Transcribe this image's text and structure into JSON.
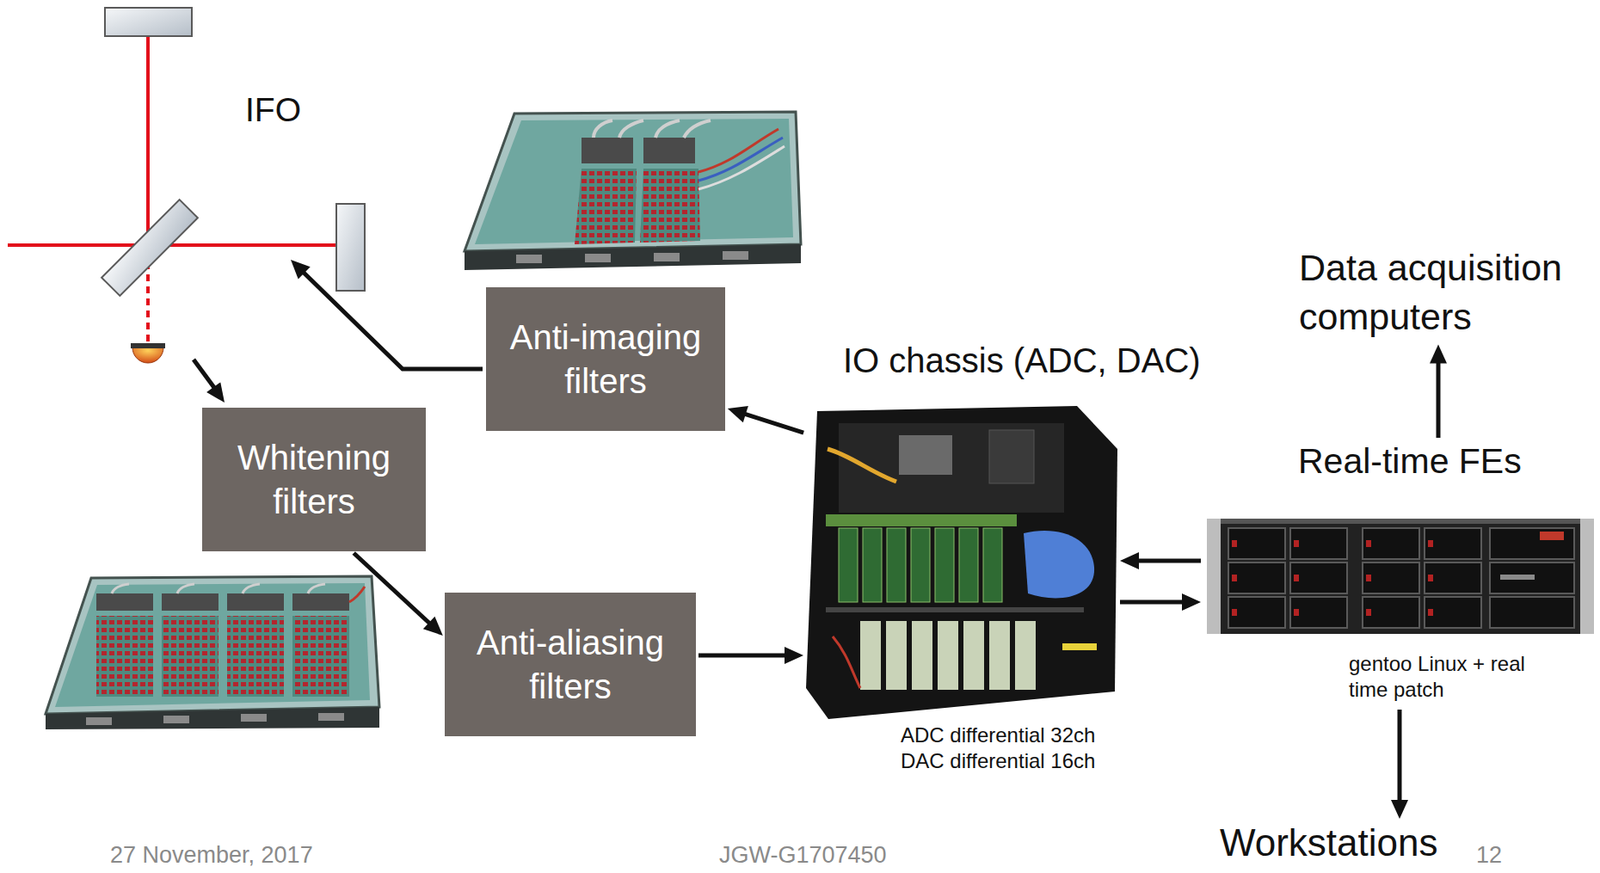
{
  "diagram": {
    "nodes": [
      {
        "text": [
          "Anti-imaging filters"
        ]
      },
      {
        "text": [
          "Whitening filters"
        ]
      },
      {
        "text": [
          "Anti-aliasing filters"
        ]
      },
      {
        "text": [
          "IO chassis (ADC, DAC)",
          "ADC differential 32ch DAC differential 16ch"
        ]
      },
      {
        "text": [
          "Real-time FEs",
          "gentoo Linux + real time patch"
        ]
      },
      {
        "text": [
          "Data acquisition computers"
        ]
      },
      {
        "text": [
          "Workstations"
        ]
      }
    ],
    "edges": [
      {
        "from": 1,
        "to": 2,
        "arrow": "to"
      },
      {
        "from": 2,
        "to": 3,
        "arrow": "to"
      },
      {
        "from": 3,
        "to": 0,
        "arrow": "to"
      },
      {
        "from": 4,
        "to": 3,
        "arrow": "to"
      },
      {
        "from": 3,
        "to": 4,
        "arrow": "to"
      },
      {
        "from": 4,
        "to": 5,
        "arrow": "to"
      },
      {
        "from": 4,
        "to": 6,
        "arrow": "to"
      }
    ],
    "labels": [
      "IFO",
      "27 November, 2017",
      "JGW-G1707450",
      "12"
    ]
  }
}
